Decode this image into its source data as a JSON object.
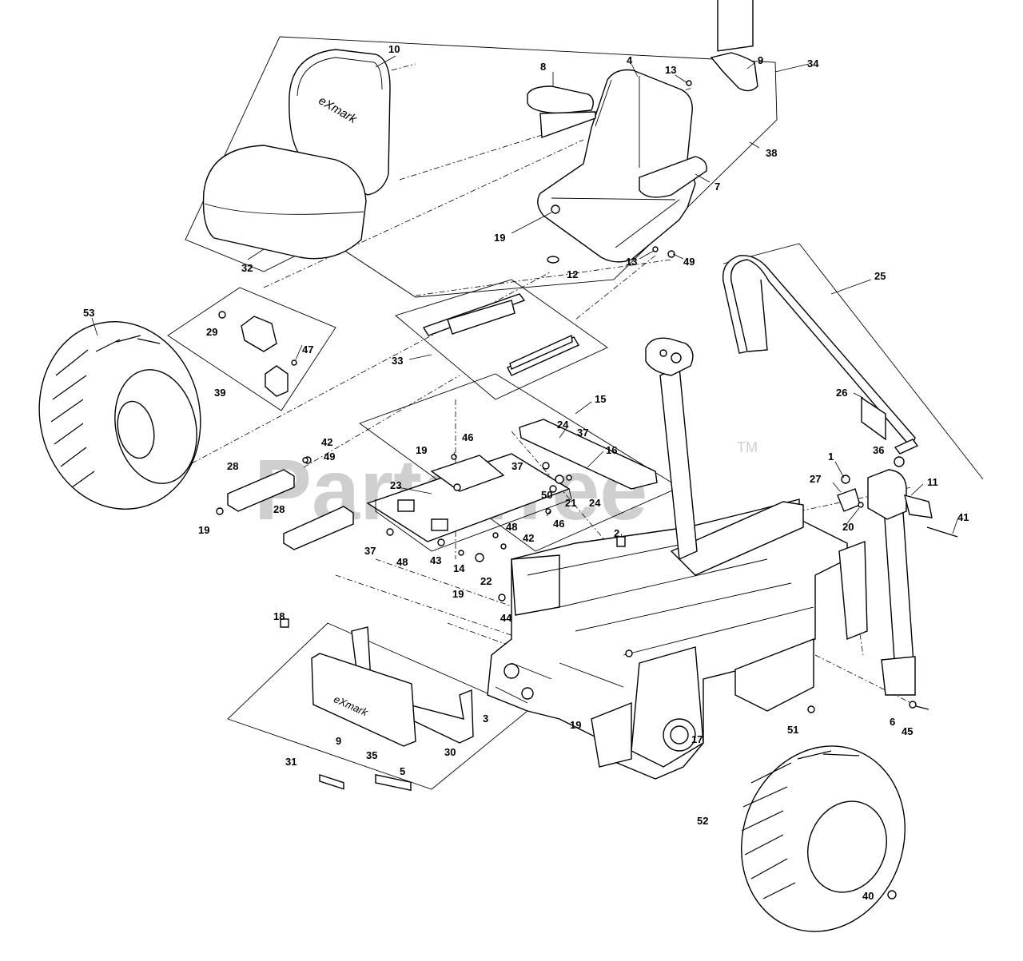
{
  "watermark": {
    "text": "PartsTree",
    "trademark": "TM"
  },
  "callouts": [
    {
      "id": "c10",
      "text": "10"
    },
    {
      "id": "c8",
      "text": "8"
    },
    {
      "id": "c4",
      "text": "4"
    },
    {
      "id": "c13a",
      "text": "13"
    },
    {
      "id": "c9a",
      "text": "9"
    },
    {
      "id": "c34",
      "text": "34"
    },
    {
      "id": "c38",
      "text": "38"
    },
    {
      "id": "c7",
      "text": "7"
    },
    {
      "id": "c19a",
      "text": "19"
    },
    {
      "id": "c13b",
      "text": "13"
    },
    {
      "id": "c49a",
      "text": "49"
    },
    {
      "id": "c12",
      "text": "12"
    },
    {
      "id": "c32",
      "text": "32"
    },
    {
      "id": "c25",
      "text": "25"
    },
    {
      "id": "c53",
      "text": "53"
    },
    {
      "id": "c29",
      "text": "29"
    },
    {
      "id": "c47",
      "text": "47"
    },
    {
      "id": "c33",
      "text": "33"
    },
    {
      "id": "c39",
      "text": "39"
    },
    {
      "id": "c26",
      "text": "26"
    },
    {
      "id": "c15",
      "text": "15"
    },
    {
      "id": "c24a",
      "text": "24"
    },
    {
      "id": "c37a",
      "text": "37"
    },
    {
      "id": "c19b",
      "text": "19"
    },
    {
      "id": "c46a",
      "text": "46"
    },
    {
      "id": "c16",
      "text": "16"
    },
    {
      "id": "c37b",
      "text": "37"
    },
    {
      "id": "c36",
      "text": "36"
    },
    {
      "id": "c1",
      "text": "1"
    },
    {
      "id": "c42a",
      "text": "42"
    },
    {
      "id": "c49b",
      "text": "49"
    },
    {
      "id": "c28a",
      "text": "28"
    },
    {
      "id": "c23",
      "text": "23"
    },
    {
      "id": "c50",
      "text": "50"
    },
    {
      "id": "c21",
      "text": "21"
    },
    {
      "id": "c24b",
      "text": "24"
    },
    {
      "id": "c27",
      "text": "27"
    },
    {
      "id": "c11",
      "text": "11"
    },
    {
      "id": "c20",
      "text": "20"
    },
    {
      "id": "c41",
      "text": "41"
    },
    {
      "id": "c19c",
      "text": "19"
    },
    {
      "id": "c28b",
      "text": "28"
    },
    {
      "id": "c46b",
      "text": "46"
    },
    {
      "id": "c2",
      "text": "2"
    },
    {
      "id": "c48a",
      "text": "48"
    },
    {
      "id": "c42b",
      "text": "42"
    },
    {
      "id": "c37c",
      "text": "37"
    },
    {
      "id": "c48b",
      "text": "48"
    },
    {
      "id": "c43",
      "text": "43"
    },
    {
      "id": "c14",
      "text": "14"
    },
    {
      "id": "c22",
      "text": "22"
    },
    {
      "id": "c19d",
      "text": "19"
    },
    {
      "id": "c18",
      "text": "18"
    },
    {
      "id": "c44",
      "text": "44"
    },
    {
      "id": "c3",
      "text": "3"
    },
    {
      "id": "c19e",
      "text": "19"
    },
    {
      "id": "c17",
      "text": "17"
    },
    {
      "id": "c51",
      "text": "51"
    },
    {
      "id": "c6",
      "text": "6"
    },
    {
      "id": "c45",
      "text": "45"
    },
    {
      "id": "c9b",
      "text": "9"
    },
    {
      "id": "c35",
      "text": "35"
    },
    {
      "id": "c30",
      "text": "30"
    },
    {
      "id": "c31",
      "text": "31"
    },
    {
      "id": "c5",
      "text": "5"
    },
    {
      "id": "c52",
      "text": "52"
    },
    {
      "id": "c40",
      "text": "40"
    }
  ]
}
